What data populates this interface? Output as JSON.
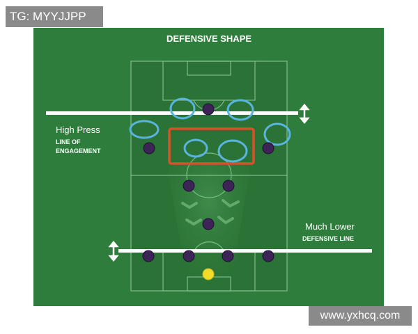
{
  "watermark_top": "TG: MYYJJPP",
  "watermark_bottom": "www.yxhcq.com",
  "diagram": {
    "title": "DEFENSIVE SHAPE",
    "high_press_label": "High Press",
    "line_of_engagement_line1": "LINE OF",
    "line_of_engagement_line2": "ENGAGEMENT",
    "much_lower_label": "Much Lower",
    "defensive_line_label": "DEFENSIVE LINE"
  },
  "colors": {
    "pitch": "#2f7d3c",
    "pitch_dark": "#2a7235",
    "pitch_lines": "#8fc79a",
    "player": "#3d2457",
    "goalkeeper": "#f2dc2a",
    "press_ring": "#5ab4e0",
    "press_box": "#d9502a",
    "line_bar": "#ffffff",
    "watermark_bg": "#8a8a8a"
  }
}
